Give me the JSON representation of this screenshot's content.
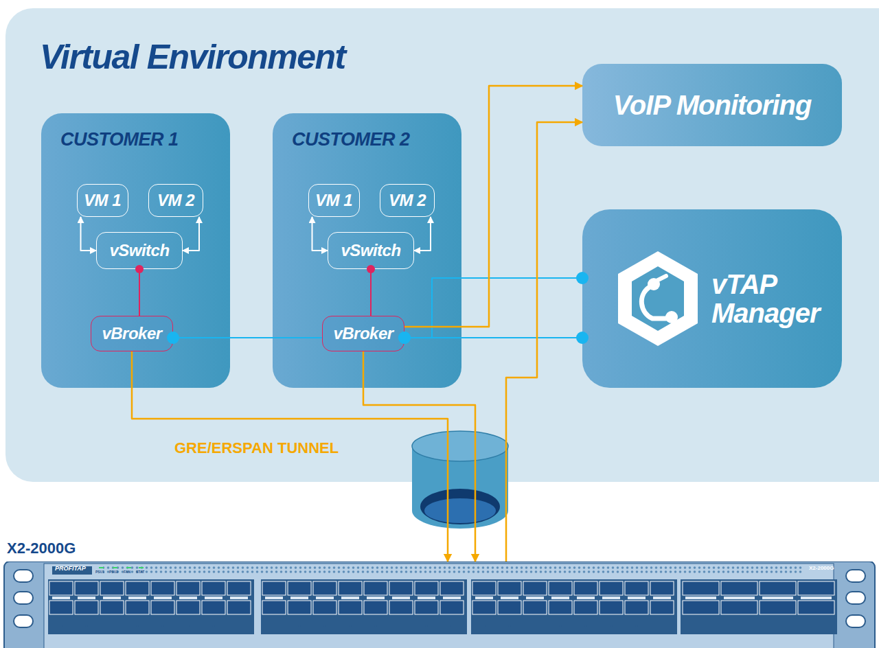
{
  "diagram": {
    "nodes": [
      {
        "text": [
          "Virtual Environment"
        ]
      },
      {
        "text": [
          "CUSTOMER 1"
        ],
        "in": 0
      },
      {
        "text": [
          "VM 1"
        ],
        "in": 1
      },
      {
        "text": [
          "VM 2"
        ],
        "in": 1
      },
      {
        "text": [
          "vSwitch"
        ],
        "in": 1
      },
      {
        "text": [
          "vBroker"
        ],
        "in": 1
      },
      {
        "text": [
          "CUSTOMER 2"
        ],
        "in": 0
      },
      {
        "text": [
          "VM 1"
        ],
        "in": 6
      },
      {
        "text": [
          "VM 2"
        ],
        "in": 6
      },
      {
        "text": [
          "vSwitch"
        ],
        "in": 6
      },
      {
        "text": [
          "vBroker"
        ],
        "in": 6
      },
      {
        "text": [
          "VoIP Monitoring"
        ],
        "in": 0
      },
      {
        "text": [
          "vTAP Manager"
        ],
        "in": 0
      },
      {
        "text": [
          "GRE/ERSPAN TUNNEL"
        ]
      },
      {
        "text": [
          "X2-2000G"
        ]
      }
    ],
    "edges": [
      {
        "from": 2,
        "to": 4,
        "arrow": "both"
      },
      {
        "from": 3,
        "to": 4,
        "arrow": "both"
      },
      {
        "from": 4,
        "to": 5,
        "arrow": "none"
      },
      {
        "from": 7,
        "to": 9,
        "arrow": "both"
      },
      {
        "from": 8,
        "to": 9,
        "arrow": "both"
      },
      {
        "from": 9,
        "to": 10,
        "arrow": "none"
      },
      {
        "from": 5,
        "to": 10,
        "arrow": "none"
      },
      {
        "from": 10,
        "to": 12,
        "arrow": "none"
      },
      {
        "from": 10,
        "to": 12,
        "arrow": "none"
      },
      {
        "from": 10,
        "to": 11,
        "arrow": "to"
      },
      {
        "from": 5,
        "to": 14,
        "arrow": "to"
      },
      {
        "from": 10,
        "to": 14,
        "arrow": "to"
      },
      {
        "from": 14,
        "to": 11,
        "arrow": "to"
      }
    ],
    "labels": [
      "PROFITAP",
      "PSU1",
      "PSU2",
      "FAN",
      "STAT",
      "X2-2000G"
    ]
  }
}
